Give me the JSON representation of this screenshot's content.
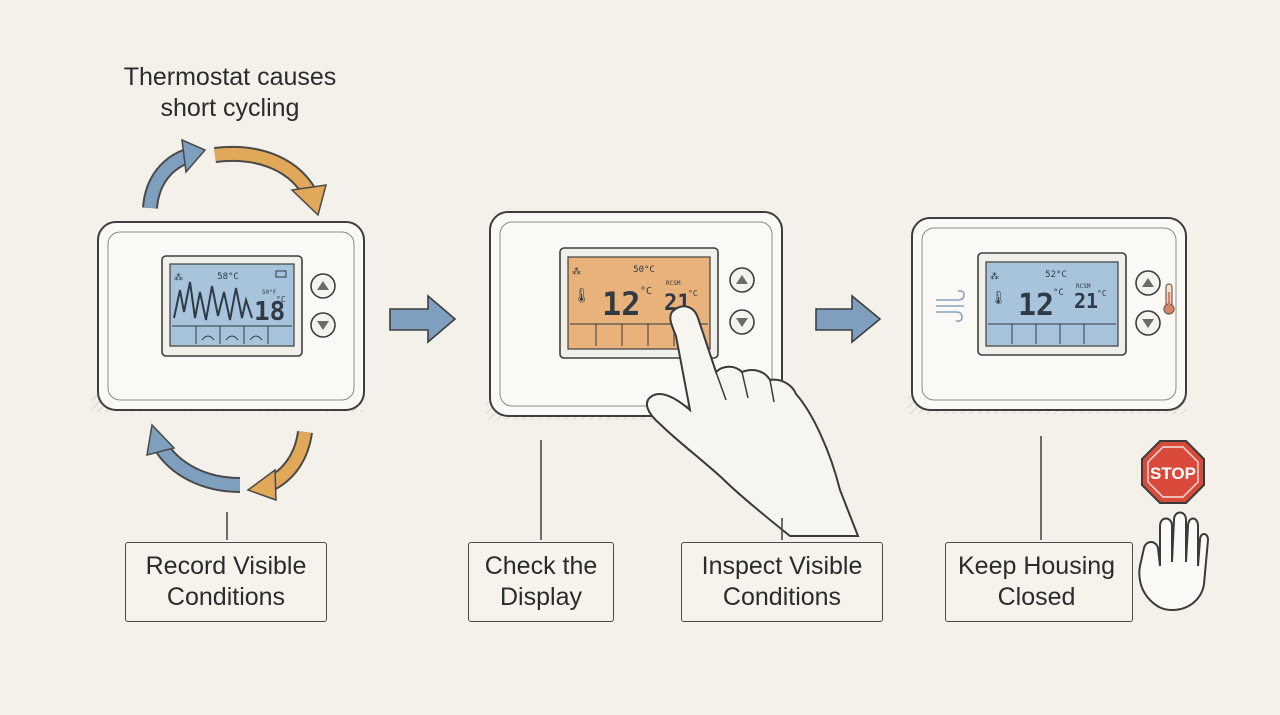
{
  "caption": "Thermostat causes\nshort cycling",
  "labels": {
    "record": "Record Visible\nConditions",
    "check": "Check the\nDisplay",
    "inspect": "Inspect Visible\nConditions",
    "keep": "Keep Housing\nClosed"
  },
  "stop_sign": "STOP",
  "thermostat1": {
    "top": "58°C",
    "reading": "18",
    "unit": "°C",
    "small": "50°F"
  },
  "thermostat2": {
    "top": "50°C",
    "reading": "12",
    "unit": "°C",
    "set": "21",
    "set_unit": "°C",
    "small": "RCSM"
  },
  "thermostat3": {
    "top": "52°C",
    "reading": "12",
    "unit": "°C",
    "set": "21",
    "set_unit": "°C",
    "small": "RCSM"
  },
  "colors": {
    "background": "#f3f1ea",
    "lcd_blue": "#a8c3dc",
    "lcd_orange": "#e9b27a",
    "arrow_blue": "#7f9fbf",
    "arrow_orange": "#e0a858",
    "stop_red": "#d94a3d"
  },
  "icons": [
    "cycle-arrows-icon",
    "step-arrow-icon",
    "pointing-hand-icon",
    "stop-sign-icon",
    "raised-hand-icon",
    "wind-icon",
    "thermometer-icon"
  ]
}
